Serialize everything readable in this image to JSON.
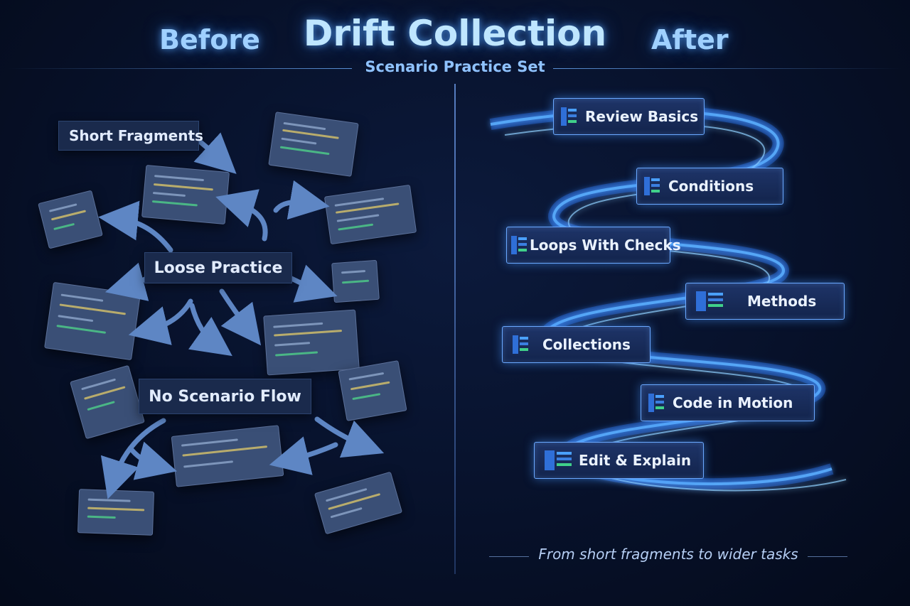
{
  "header": {
    "before": "Before",
    "title": "Drift Collection",
    "after": "After",
    "subtitle": "Scenario Practice Set"
  },
  "before": {
    "labels": {
      "short": "Short Fragments",
      "loose": "Loose Practice",
      "noflow": "No Scenario Flow"
    }
  },
  "after": {
    "steps": [
      {
        "label": "Review Basics",
        "icon": "doc-icon"
      },
      {
        "label": "Conditions",
        "icon": "doc-icon"
      },
      {
        "label": "Loops With Checks",
        "icon": "doc-icon"
      },
      {
        "label": "Methods",
        "icon": "doc-icon"
      },
      {
        "label": "Collections",
        "icon": "doc-icon"
      },
      {
        "label": "Code in Motion",
        "icon": "doc-icon"
      },
      {
        "label": "Edit & Explain",
        "icon": "doc-icon"
      }
    ],
    "footer": "From short fragments to wider tasks"
  },
  "colors": {
    "accent": "#6aa8ff",
    "glow": "#3a8cff",
    "card": "#3a4f76"
  }
}
